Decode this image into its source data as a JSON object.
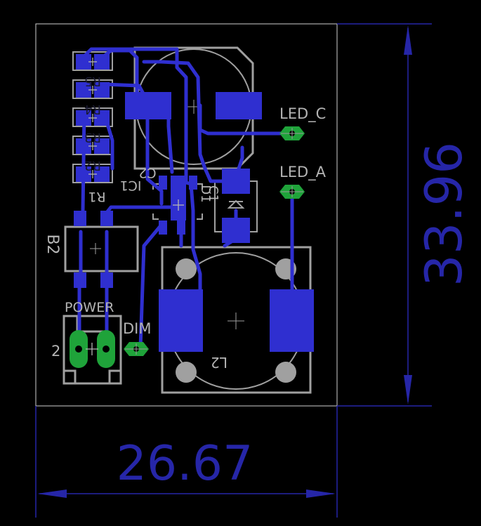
{
  "board": {
    "dimensions": {
      "width_label": "26.67",
      "height_label": "33.96"
    },
    "nets": {
      "led_c": "LED_C",
      "led_a": "LED_A",
      "power": "POWER",
      "dim": "DIM",
      "pin2": "2"
    },
    "parts": {
      "r1": "R1",
      "r2": "R2",
      "r3": "R3",
      "r4": "R4",
      "r5": "R5",
      "ic1": "IC1",
      "c2": "C2",
      "d1": "D1",
      "c1": "C1",
      "l2": "L2",
      "b2": "B2"
    }
  },
  "colors": {
    "background": "#000000",
    "copper": "#2f2fd0",
    "via": "#1fa33a",
    "silkscreen": "#a0a0a0",
    "dimension": "#2626a8",
    "outline": "#cfcfcf"
  }
}
